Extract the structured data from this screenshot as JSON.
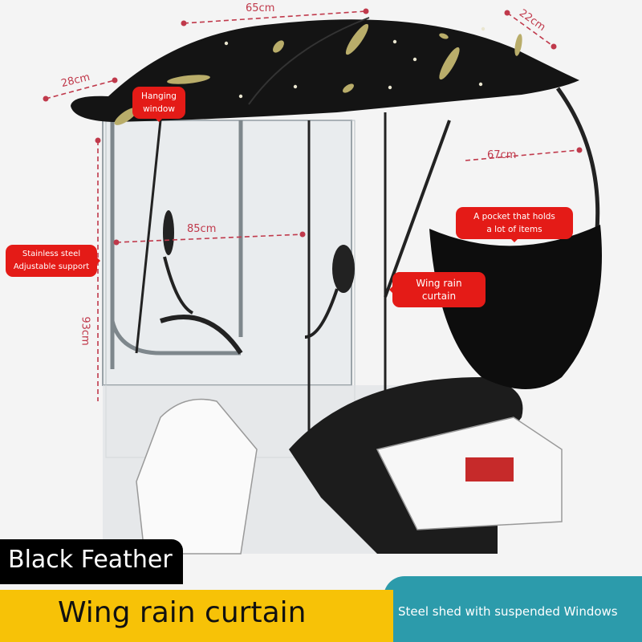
{
  "dimensions": {
    "roof_length": "65cm",
    "front_brim": "28cm",
    "rear_brim": "22cm",
    "rear_depth": "67cm",
    "width": "85cm",
    "height": "93cm"
  },
  "callouts": {
    "hanging_window": [
      "Hanging",
      "window"
    ],
    "stainless": [
      "Stainless steel",
      "Adjustable support"
    ],
    "pocket": [
      "A pocket that holds",
      "a lot of items"
    ],
    "wing_curtain": "Wing rain curtain"
  },
  "banners": {
    "color_name": "Black Feather",
    "main_title": "Wing rain curtain",
    "subtitle": "Steel shed with suspended Windows"
  },
  "colors": {
    "callout_red": "#e41b17",
    "dimension_red": "#c0394b",
    "banner_yellow": "#f7c207",
    "banner_teal": "#2c9bab",
    "canopy_black": "#141414",
    "feather_gold": "#b9ad6a"
  }
}
